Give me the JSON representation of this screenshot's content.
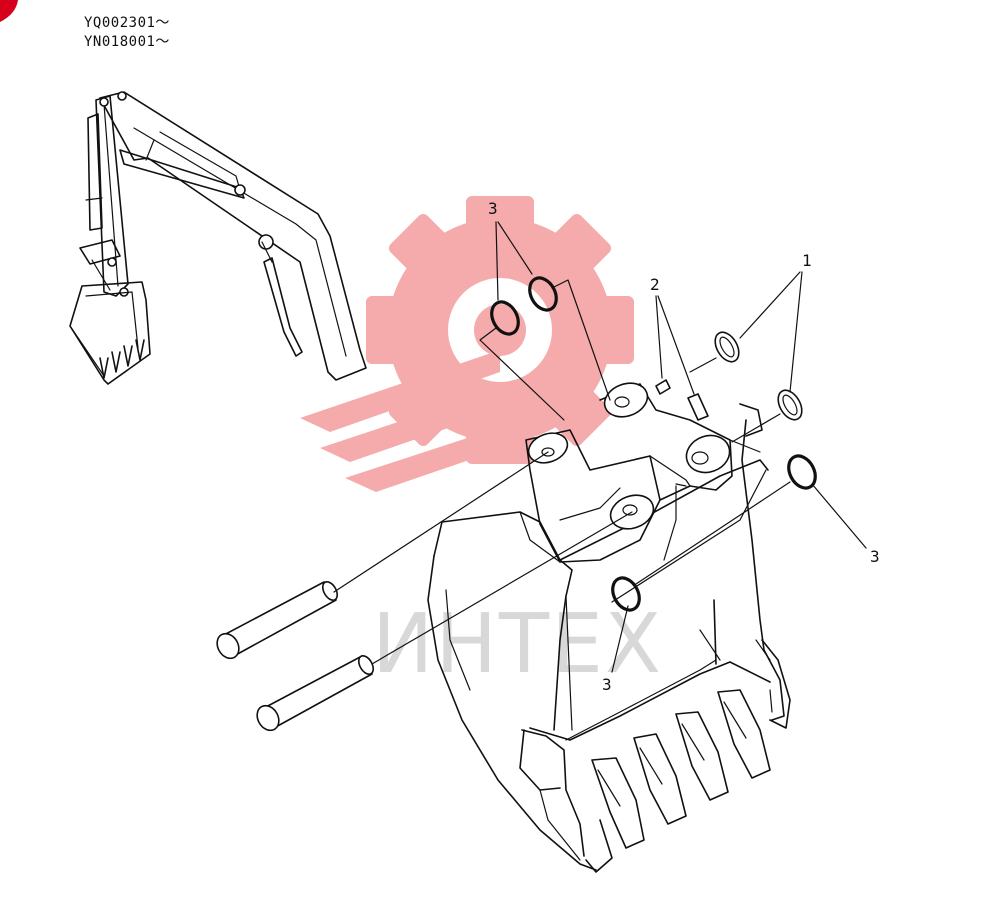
{
  "serials": [
    "YQ002301～",
    "YN018001～"
  ],
  "watermark": {
    "text": "ИНТЕХ",
    "color": "#f08a8a"
  },
  "callouts": {
    "ring_left": "3",
    "pin_2": "2",
    "washer_1": "1",
    "ring_right": "3",
    "ring_bottom": "3"
  },
  "colors": {
    "line": "#111111",
    "watermark": "#f08a8a",
    "corner_mark": "#d6001c"
  }
}
